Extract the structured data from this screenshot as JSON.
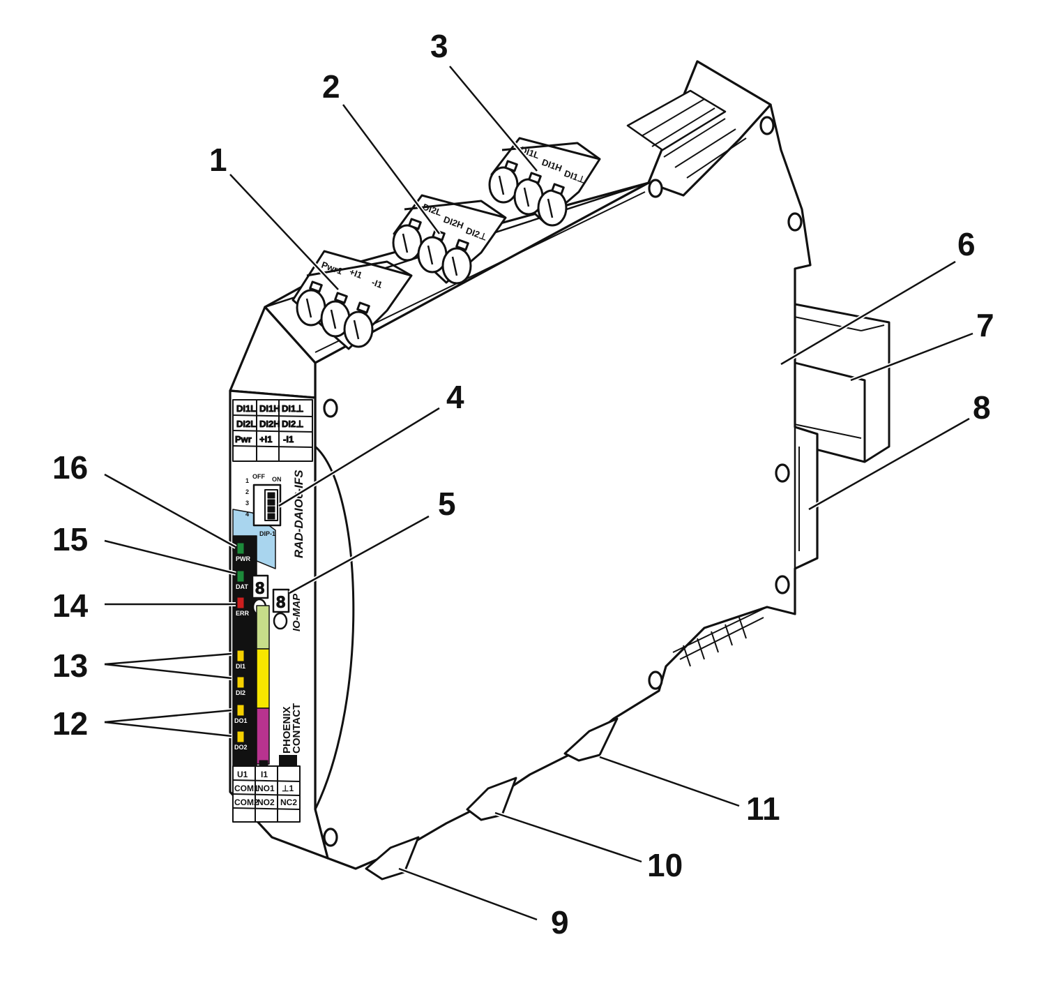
{
  "callouts": [
    "1",
    "2",
    "3",
    "4",
    "5",
    "6",
    "7",
    "8",
    "9",
    "10",
    "11",
    "12",
    "13",
    "14",
    "15",
    "16"
  ],
  "terminals": {
    "block1": [
      "Pwr1",
      "+I1",
      "-I1"
    ],
    "block2": [
      "DI2L",
      "DI2H",
      "DI2⊥"
    ],
    "block3": [
      "DI1L",
      "DI1H",
      "DI1⊥"
    ]
  },
  "front_table_top": [
    [
      "DI1L",
      "DI1H",
      "DI1⊥"
    ],
    [
      "DI2L",
      "DI2H",
      "DI2⊥"
    ],
    [
      "Pwr",
      "+I1",
      "-I1"
    ]
  ],
  "front_table_bottom": [
    [
      "U1",
      "I1",
      ""
    ],
    [
      "COM1",
      "NO1",
      "⊥1"
    ],
    [
      "COM2",
      "NO2",
      "NC2"
    ]
  ],
  "dip": {
    "off": "OFF",
    "on": "ON",
    "numbers": [
      "1",
      "2",
      "3",
      "4"
    ],
    "label": "DIP-1"
  },
  "model": "RAD-DAIO6-IFS",
  "io_map": "IO-MAP",
  "digit": "8",
  "led_labels": [
    "PWR",
    "DAT",
    "ERR",
    "DI1",
    "DI2",
    "DO1",
    "DO2"
  ],
  "brand": [
    "PHOENIX",
    "CONTACT"
  ],
  "colors": {
    "led_green": "#1d8a3a",
    "led_red": "#cc1f1f",
    "led_yellow": "#f5d000",
    "stripe_blue": "#a9d5ee",
    "stripe_green": "#c7dd8a",
    "stripe_yellow": "#f7e600",
    "stripe_magenta": "#b8338f",
    "front_black": "#111111"
  }
}
